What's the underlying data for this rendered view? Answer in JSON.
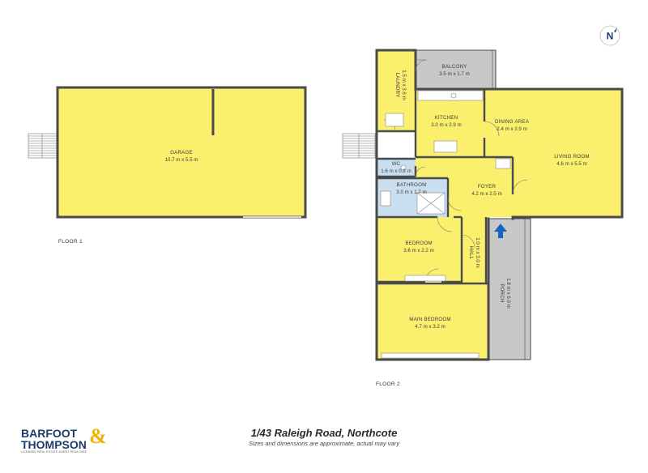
{
  "floors": [
    {
      "label": "FLOOR 1"
    },
    {
      "label": "FLOOR 2"
    }
  ],
  "rooms": {
    "garage": {
      "name": "GARAGE",
      "dim": "10.7 m x 5.5 m"
    },
    "laundry": {
      "name": "LAUNDRY",
      "dim": "1.5 m x 3.6 m"
    },
    "balcony": {
      "name": "BALCONY",
      "dim": "3.5 m x 1.7 m"
    },
    "kitchen": {
      "name": "KITCHEN",
      "dim": "3.0 m x 2.9 m"
    },
    "dining": {
      "name": "DINING AREA",
      "dim": "2.4 m x 2.9 m"
    },
    "living": {
      "name": "LIVING ROOM",
      "dim": "4.6 m x 5.5 m"
    },
    "wc": {
      "name": "WC",
      "dim": "1.6 m x 0.8 m"
    },
    "bathroom": {
      "name": "BATHROOM",
      "dim": "3.0 m x 1.7 m"
    },
    "foyer": {
      "name": "FOYER",
      "dim": "4.2 m x 2.5 m"
    },
    "bedroom": {
      "name": "BEDROOM",
      "dim": "3.6 m x 2.2 m"
    },
    "hall": {
      "name": "HALL",
      "dim": "1.0 m x 3.0 m"
    },
    "porch": {
      "name": "PORCH",
      "dim": "1.8 m x 6.0 m"
    },
    "main_bedroom": {
      "name": "MAIN BEDROOM",
      "dim": "4.7 m x 3.2 m"
    }
  },
  "compass": {
    "letter": "N"
  },
  "brand": {
    "line1": "BARFOOT",
    "line2": "THOMPSON",
    "amp": "&",
    "tagline": "LICENSED REAL ESTATE AGENT REAA 2008",
    "color": "#1d3b6c",
    "accent": "#f2b200"
  },
  "address": {
    "title": "1/43 Raleigh Road, Northcote",
    "subtitle": "Sizes and dimensions are approximate, actual may vary"
  },
  "colors": {
    "room_fill": "#fbf06e",
    "bath_fill": "#c9dff0",
    "balcony_fill": "#c8c8c8",
    "wall": "#4a4a4a",
    "entry_arrow": "#1565c0"
  }
}
